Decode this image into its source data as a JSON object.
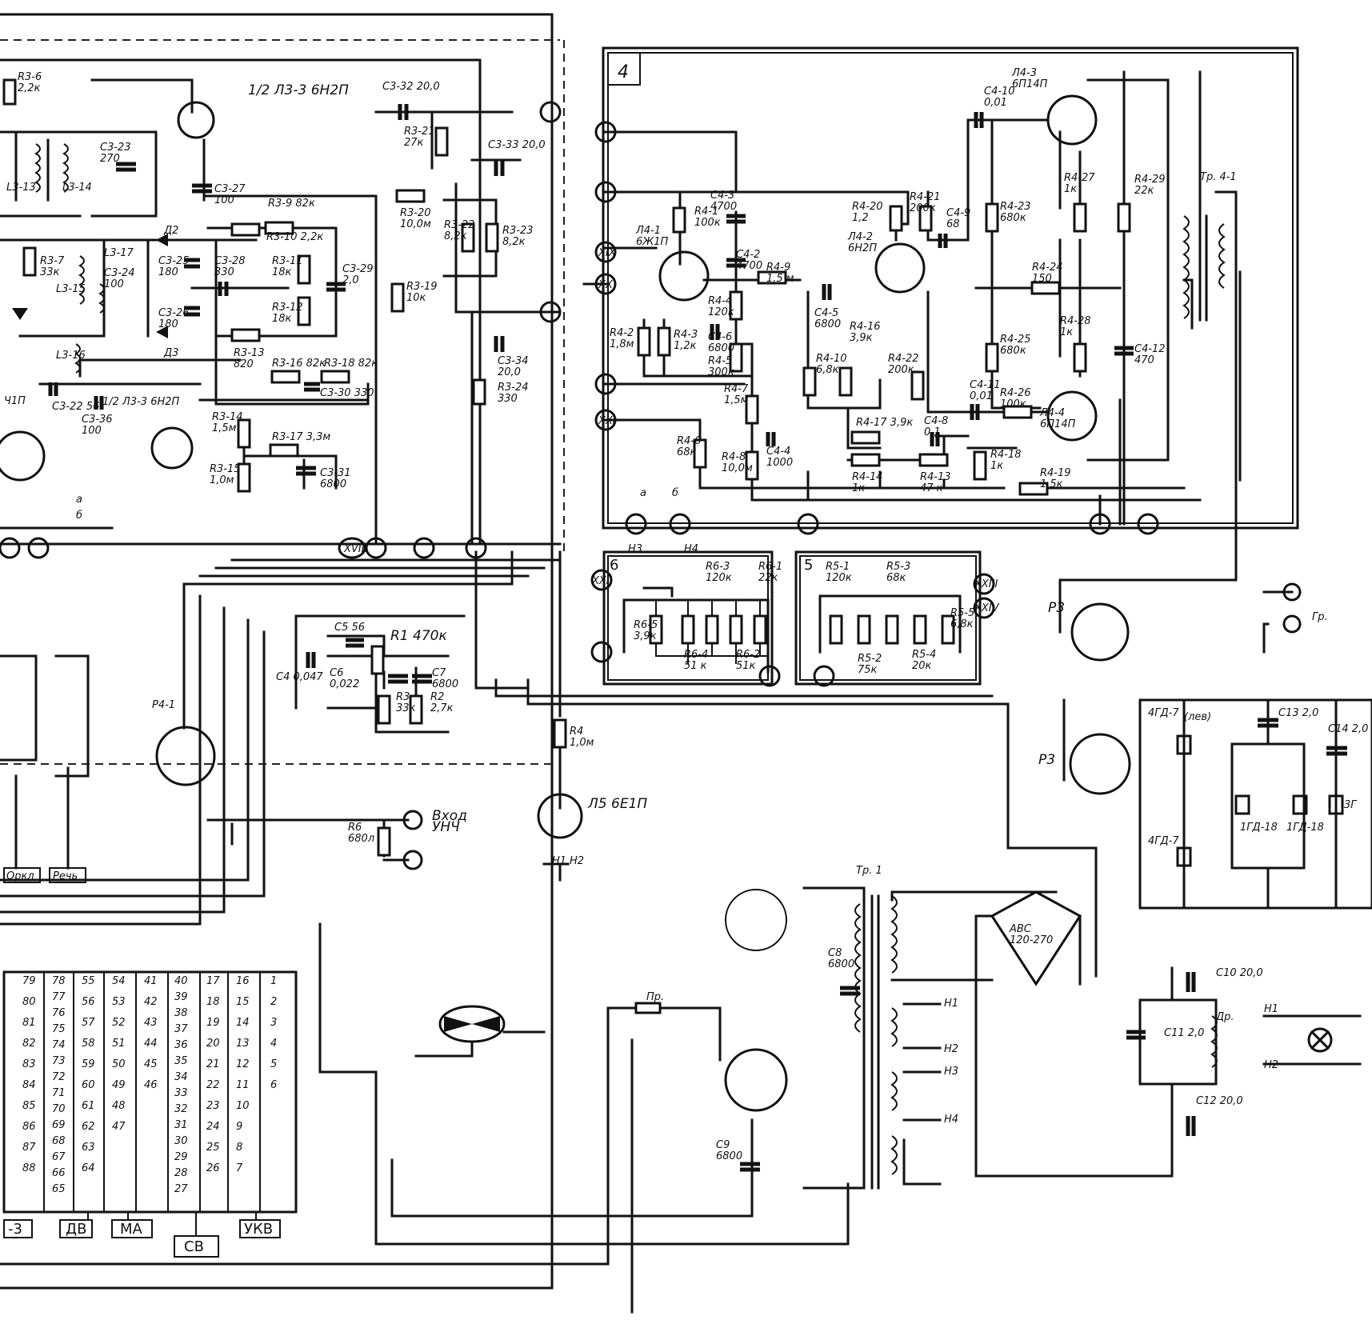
{
  "block4_number": "4",
  "block6_number": "6",
  "block5_number": "5",
  "tubes": {
    "l33_top": "1/2 Л3-3 6Н2П",
    "l33_bot": "1/2 Л3-3 6Н2П",
    "l41": "Л4-1\n6Ж1П",
    "l42": "Л4-2\n6Н2П",
    "l43": "Л4-3\n6П14П",
    "l44": "Л4-4\n6П14П",
    "l5": "Л5 6Е1П",
    "left_tube": "Ч1П"
  },
  "labels": {
    "r36": "R3-6\n2,2к",
    "c322": "C3-22 56",
    "c336": "C3-36\n100",
    "c327": "C3-27\n100",
    "c323": "C3-23\n270",
    "l313": "L3-13",
    "l314": "L3-14",
    "l315": "L3-15",
    "l316": "L3-16",
    "l317": "L3-17",
    "r37": "R3-7\n33к",
    "c324": "C3-24\n100",
    "d2": "Д2",
    "d3": "Д3",
    "c325": "C3-25\n180",
    "c326": "C3-26\n180",
    "c328": "C3-28\n330",
    "r39": "R3-9 82к",
    "r310": "R3-10 2,2к",
    "r311": "R3-11\n18к",
    "r312": "R3-12\n18к",
    "c329": "C3-29\n2,0",
    "r313": "R3-13\n820",
    "r316": "R3-16 82к",
    "r318": "R3-18 82к",
    "c330": "C3-30 330",
    "r314": "R3-14\n1,5м",
    "r315": "R3-15\n1,0м",
    "r317": "R3-17 3,3м",
    "c331": "C3-31\n6800",
    "r319": "R3-19\n10к",
    "r320": "R3-20\n10,0м",
    "c332": "C3-32 20,0",
    "r321": "R3-21\n27к",
    "c333": "C3-33 20,0",
    "r322": "R3-22\n8,2к",
    "r323": "R3-23\n8,2к",
    "c334": "C3-34\n20,0",
    "r324": "R3-24\n330",
    "r41": "R4-1\n100к",
    "c43": "C4-3\n4700",
    "c42": "C4-2\n4700",
    "r42": "R4-2\n1,8м",
    "r43": "R4-3\n1,2к",
    "r44": "R4-4\n120к",
    "c45top": "C4-6\n6800",
    "r45": "R4-5\n300к",
    "r49": "R4-9\n1,5 м",
    "r47": "R4-7\n1,5м",
    "r46": "R4-6\n68к",
    "r48": "R4-8\n10,0м",
    "c44": "C4-4\n1000",
    "c45": "C4-5\n6800",
    "r420": "R4-20\n1,2",
    "r421": "R4-21\n200к",
    "c49": "C4-9\n68",
    "r416": "R4-16\n3,9к",
    "r410": "R4-10\n6,8к",
    "r422": "R4-22\n200к",
    "r417": "R4-17 3,9к",
    "c48": "C4-8\n0,1",
    "r414": "R4-14\n1к",
    "r413": "R4-13\n47 к",
    "r418": "R4-18\n1к",
    "r419": "R4-19\n1,5к",
    "c410": "C4-10\n0,01",
    "c411": "C4-11\n0,01",
    "r427": "R4-27\n1к",
    "r423": "R4-23\n680к",
    "r424": "R4-24\n150",
    "r425": "R4-25\n680к",
    "r426": "R4-26\n100к",
    "r428": "R4-28\n1к",
    "r429": "R4-29\n22к",
    "c412": "C4-12\n470",
    "tr41": "Тр. 4-1",
    "r63": "R6-3\n120к",
    "r61": "R6-1\n22к",
    "r65": "R6-5\n3,9к",
    "r64": "R6-4\n51 к",
    "r62": "R6-2\n51к",
    "r51": "R5-1\n120к",
    "r53": "R5-3\n68к",
    "r55": "R5-5\n6,8к",
    "r52": "R5-2\n75к",
    "r54": "R5-4\n20к",
    "c5": "C5 56",
    "r1": "R1 470к",
    "c4": "C4 0,047",
    "c6": "C6\n0,022",
    "c7": "C7\n6800",
    "r3": "R3\n33к",
    "r2": "R2\n2,7к",
    "r4": "R4\n1,0м",
    "r6": "R6\n680л",
    "p41": "P4-1",
    "p3a": "P3",
    "p3b": "P3",
    "gr": "Гр.",
    "vhod": "Вход\nУНЧ",
    "gd_left": "(лев)",
    "c13": "C13 2,0",
    "c14": "C14 2,0",
    "gd4a": "4ГД-7",
    "gd4b": "4ГД-7",
    "gd1a": "1ГД-18",
    "gd1b": "1ГД-18",
    "gd_r": "3Г",
    "tr1": "Тр. 1",
    "c8": "C8\n6800",
    "c9": "C9\n6800",
    "avs": "АВС\n120-270",
    "n1": "Н1",
    "n2": "Н2",
    "n3": "Н3",
    "n4": "Н4",
    "c10": "C10 20,0",
    "c11": "C11 2,0",
    "c12": "C12 20,0",
    "dr": "Др.",
    "pr": "Пр.",
    "n1b": "Н1",
    "n2b": "Н2",
    "h1": "Н1",
    "h2": "Н2",
    "h3": "Н3",
    "h4": "Н4",
    "a_top": "а",
    "b_top": "б",
    "a_left": "а",
    "b_left": "б"
  },
  "terminals": [
    "XIX",
    "XX",
    "XXI",
    "XVIII",
    "XXII",
    "XXIII",
    "XXIV"
  ],
  "band_labels": {
    "dv": "ДВ",
    "ma": "МА",
    "sv": "СВ",
    "ukv": "УКВ",
    "z3": "-3",
    "rech": "Речь",
    "orkl": "Оркл"
  },
  "switch_numbers": {
    "col1": [
      "79",
      "80",
      "81",
      "82",
      "83",
      "84",
      "85",
      "86",
      "87",
      "88"
    ],
    "col2": [
      "78",
      "77",
      "76",
      "75",
      "74",
      "73",
      "72",
      "71",
      "70",
      "69",
      "68",
      "67",
      "66",
      "65"
    ],
    "col3": [
      "55",
      "56",
      "57",
      "58",
      "59",
      "60",
      "61",
      "62",
      "63",
      "64"
    ],
    "col4": [
      "54",
      "53",
      "52",
      "51",
      "50",
      "49",
      "48",
      "47"
    ],
    "col5": [
      "41",
      "42",
      "43",
      "44",
      "45",
      "46"
    ],
    "col6": [
      "40",
      "39",
      "38",
      "37",
      "36",
      "35",
      "34",
      "33",
      "32",
      "31",
      "30",
      "29",
      "28",
      "27"
    ],
    "col7": [
      "17",
      "18",
      "19",
      "20",
      "21",
      "22",
      "23",
      "24",
      "25",
      "26"
    ],
    "col8": [
      "16",
      "15",
      "14",
      "13",
      "12",
      "11",
      "10",
      "9",
      "8",
      "7"
    ],
    "col9": [
      "1",
      "2",
      "3",
      "4",
      "5",
      "6"
    ]
  }
}
